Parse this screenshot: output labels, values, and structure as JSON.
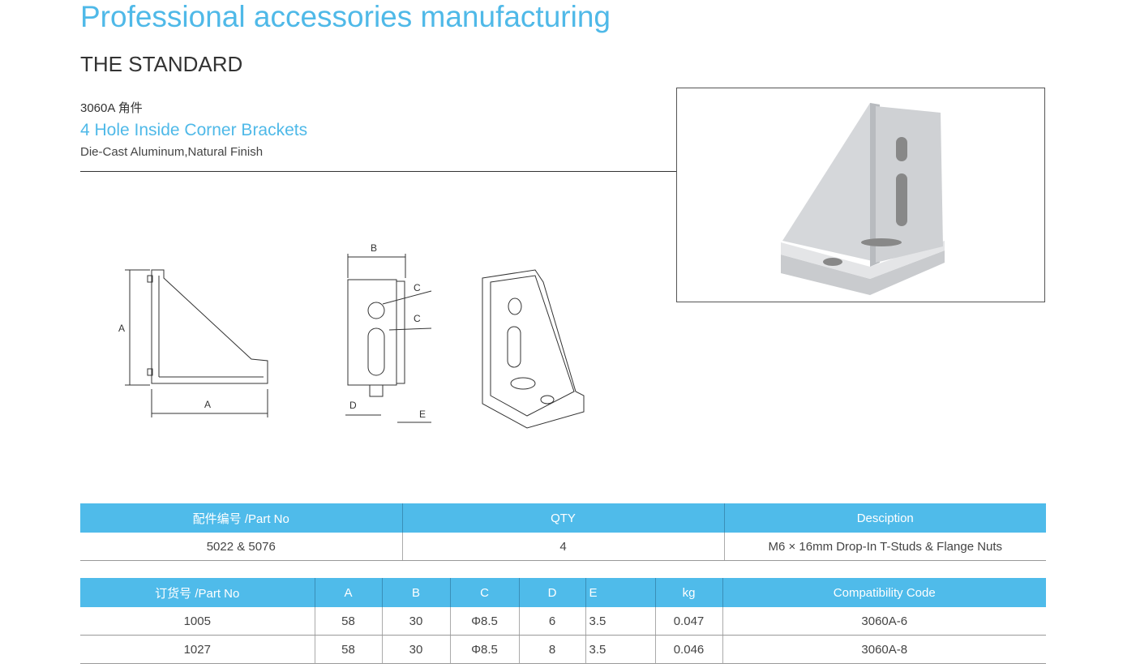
{
  "header": {
    "title": "Professional accessories manufacturing",
    "subtitle": "THE STANDARD"
  },
  "product": {
    "code": "3060A 角件",
    "name": "4 Hole Inside Corner Brackets",
    "material": "Die-Cast Aluminum,Natural Finish"
  },
  "drawing_labels": {
    "a": "A",
    "b": "B",
    "c": "C",
    "d": "D",
    "e": "E"
  },
  "accessory_table": {
    "headers": [
      "配件编号 /Part No",
      "QTY",
      "Desciption"
    ],
    "rows": [
      [
        "5022 & 5076",
        "4",
        "M6 × 16mm Drop-In T-Studs & Flange Nuts"
      ]
    ]
  },
  "spec_table": {
    "headers": [
      "订货号 /Part No",
      "A",
      "B",
      "C",
      "D",
      "E",
      "kg",
      "Compatibility Code"
    ],
    "rows": [
      [
        "1005",
        "58",
        "30",
        "Φ8.5",
        "6",
        "3.5",
        "0.047",
        "3060A-6"
      ],
      [
        "1027",
        "58",
        "30",
        "Φ8.5",
        "8",
        "3.5",
        "0.046",
        "3060A-8"
      ]
    ]
  },
  "colors": {
    "accent": "#4fbbea"
  }
}
